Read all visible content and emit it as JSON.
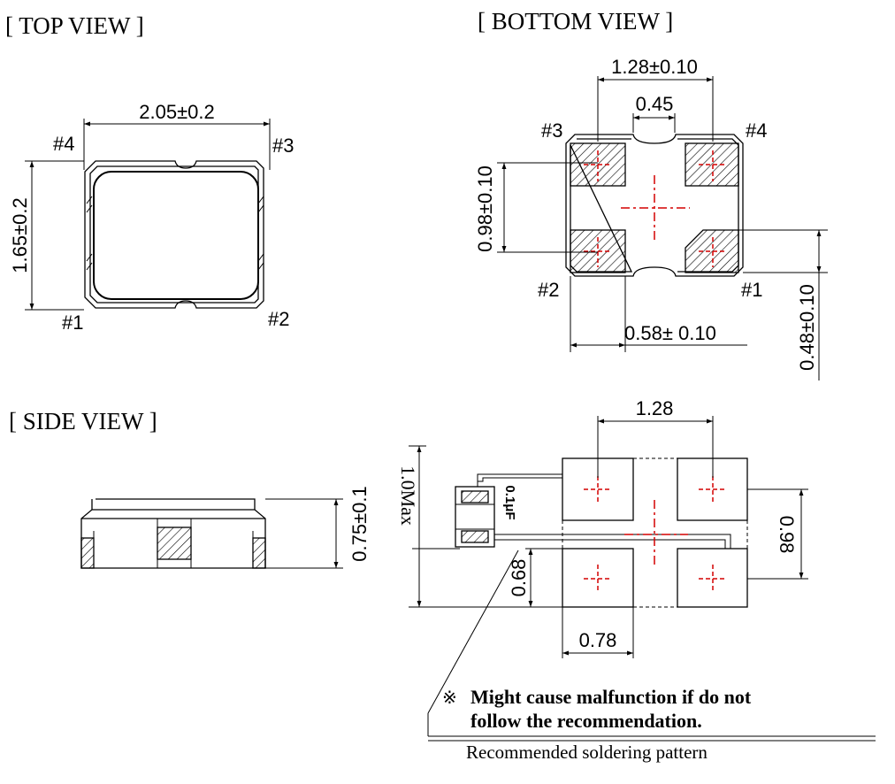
{
  "views": {
    "top": "[ TOP VIEW ]",
    "bottom": "[ BOTTOM VIEW ]",
    "side": "[ SIDE VIEW ]"
  },
  "pins": {
    "p1": "#1",
    "p2": "#2",
    "p3": "#3",
    "p4": "#4"
  },
  "top_view": {
    "width": "2.05±0.2",
    "height": "1.65±0.2"
  },
  "bottom_view": {
    "pad_pitch": "1.28±0.10",
    "notch": "0.45",
    "pad_vertical": "0.98±0.10",
    "pad_width": "0.58± 0.10",
    "pad_height": "0.48±0.10"
  },
  "side_view": {
    "height": "0.75±0.1"
  },
  "pattern": {
    "max_height": "1.0Max",
    "capacitor": "0.1μF",
    "pitch_x": "1.28",
    "pitch_y": "0.98",
    "pad_h": "0.68",
    "pad_w": "0.78",
    "note_symbol": "※",
    "note_line1": "Might cause malfunction if do not",
    "note_line2": "follow the recommendation.",
    "caption": "Recommended soldering pattern"
  },
  "colors": {
    "centerline": "#d40000",
    "line": "#000000"
  }
}
